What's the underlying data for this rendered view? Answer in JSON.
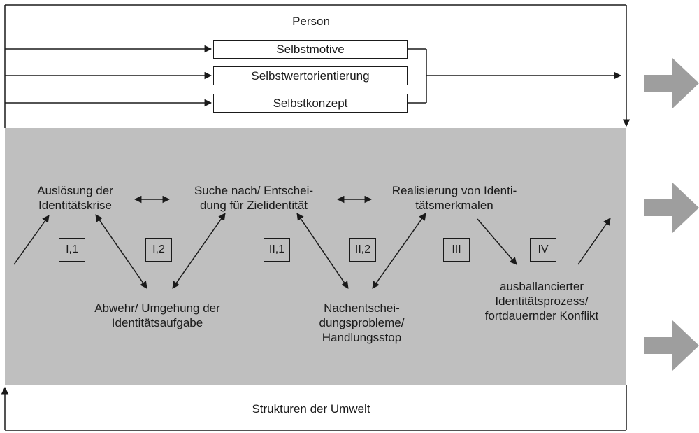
{
  "diagram": {
    "person_label": "Person",
    "umwelt_label": "Strukturen der Umwelt",
    "self_boxes": [
      "Selbstmotive",
      "Selbstwertorientierung",
      "Selbstkonzept"
    ],
    "nodes": {
      "ausloesung": [
        "Auslösung der",
        "Identitätskrise"
      ],
      "suche": [
        "Suche nach/ Entschei-",
        "dung für Zielidentität"
      ],
      "realisierung": [
        "Realisierung von Identi-",
        "tätsmerkmalen"
      ],
      "abwehr": [
        "Abwehr/ Umgehung der",
        "Identitätsaufgabe"
      ],
      "nachentscheidung": [
        "Nachentschei-",
        "dungsprobleme/",
        "Handlungsstop"
      ],
      "ausbalanciert": [
        "ausballancierter",
        "Identitätsprozess/",
        "fortdauernder Konflikt"
      ]
    },
    "phases": [
      "I,1",
      "I,2",
      "II,1",
      "II,2",
      "III",
      "IV"
    ],
    "colors": {
      "panel": "#bfbfbf",
      "line": "#1a1a1a",
      "big_arrow": "#9e9e9e"
    }
  }
}
